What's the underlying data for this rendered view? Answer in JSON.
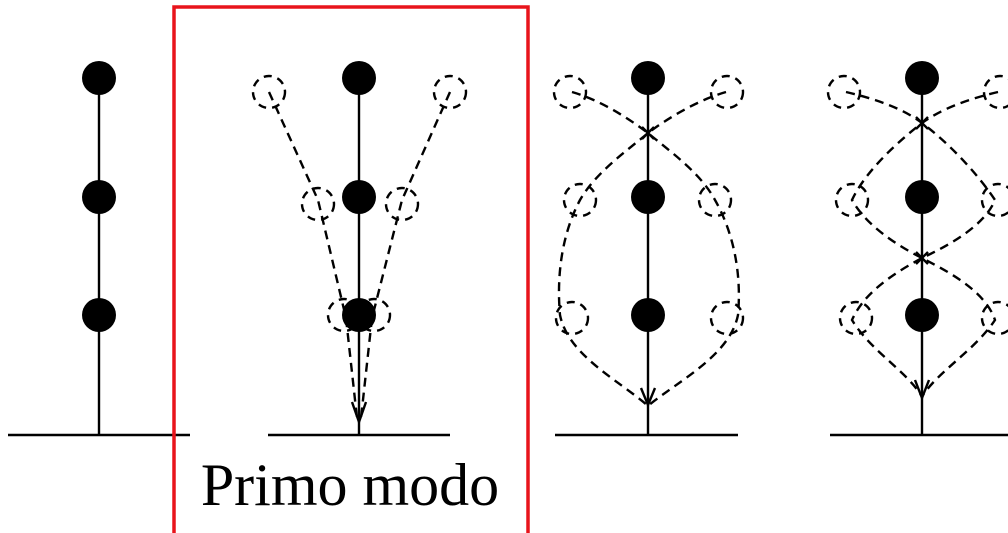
{
  "diagram": {
    "caption": "Primo modo",
    "highlight_color": "#e8141b",
    "line_color": "#000000",
    "panels": [
      {
        "id": "at-rest",
        "highlighted": false,
        "deformed_shape": false
      },
      {
        "id": "first-mode",
        "highlighted": true,
        "deformed_shape": true
      },
      {
        "id": "second-mode",
        "highlighted": false,
        "deformed_shape": true
      },
      {
        "id": "third-mode",
        "highlighted": false,
        "deformed_shape": true
      }
    ]
  }
}
